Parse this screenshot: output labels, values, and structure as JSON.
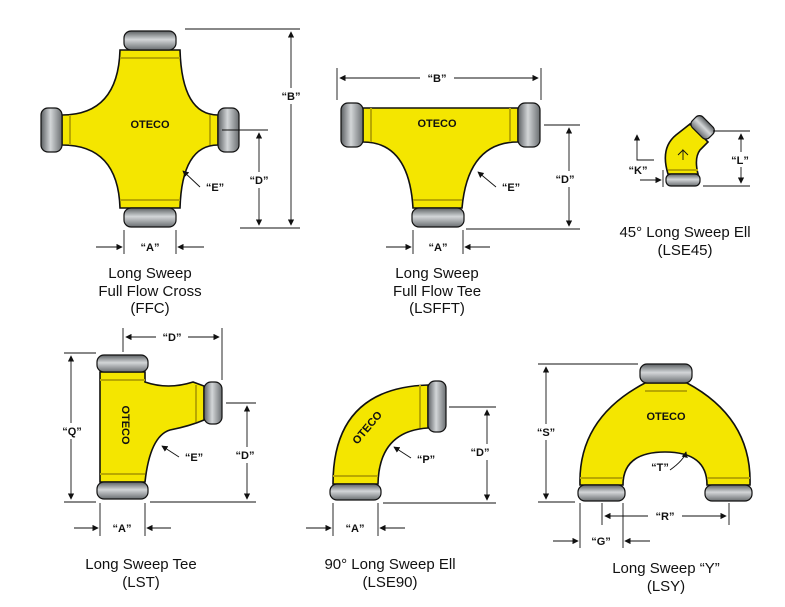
{
  "brand": "OTECO",
  "colors": {
    "body": "#f4e600",
    "band": "#b9a800",
    "end": "#8f9396",
    "outline": "#111111"
  },
  "fittings": [
    {
      "id": "ffc",
      "caption": [
        "Long Sweep",
        "Full Flow Cross",
        "(FFC)"
      ],
      "dims": {
        "a": "“A”",
        "b": "“B”",
        "d": "“D”",
        "e": "“E”"
      }
    },
    {
      "id": "lsfft",
      "caption": [
        "Long Sweep",
        "Full Flow Tee",
        "(LSFFT)"
      ],
      "dims": {
        "a": "“A”",
        "b": "“B”",
        "d": "“D”",
        "e": "“E”"
      }
    },
    {
      "id": "lse45",
      "caption": [
        "45° Long Sweep Ell",
        "(LSE45)"
      ],
      "dims": {
        "k": "“K”",
        "l": "“L”"
      }
    },
    {
      "id": "lst",
      "caption": [
        "Long Sweep Tee",
        "(LST)"
      ],
      "dims": {
        "a": "“A”",
        "d_top": "“D”",
        "d": "“D”",
        "e": "“E”",
        "q": "“Q”"
      }
    },
    {
      "id": "lse90",
      "caption": [
        "90° Long Sweep Ell",
        "(LSE90)"
      ],
      "dims": {
        "a": "“A”",
        "d": "“D”",
        "p": "“P”"
      }
    },
    {
      "id": "lsy",
      "caption": [
        "Long Sweep “Y”",
        "(LSY)"
      ],
      "dims": {
        "g": "“G”",
        "r": "“R”",
        "s": "“S”",
        "t": "“T”"
      }
    }
  ]
}
